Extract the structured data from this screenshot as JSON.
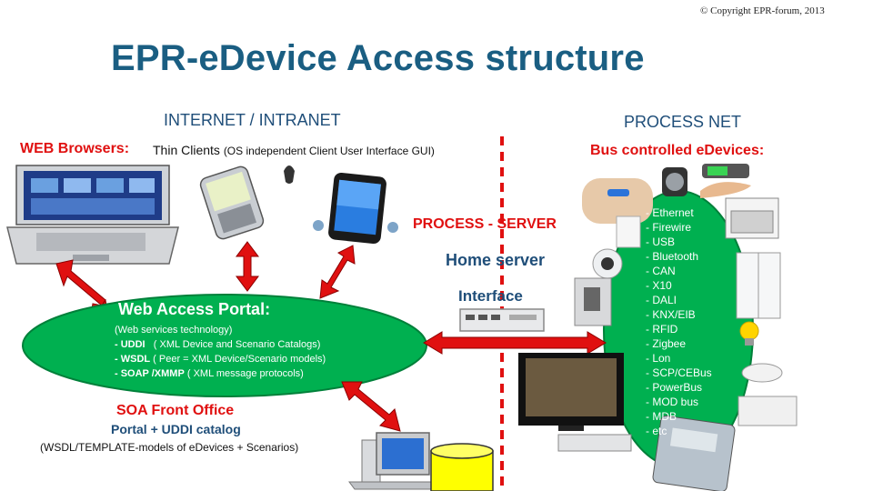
{
  "copyright": "© Copyright EPR-forum, 2013",
  "title": "EPR-eDevice Access structure",
  "internet_header": "INTERNET / INTRANET",
  "process_net_header": "PROCESS NET",
  "web_browsers_label": "WEB Browsers:",
  "thin_clients_label": "Thin Clients",
  "thin_clients_detail": "(OS independent Client User Interface GUI)",
  "bus_devices_label": "Bus controlled eDevices:",
  "process_server_label": "PROCESS - SERVER",
  "home_server_label": "Home server",
  "interface_label": "Interface",
  "portal": {
    "title": "Web Access Portal:",
    "subtitle": "(Web services technology)",
    "lines": [
      {
        "key": "- UDDI",
        "text": "( XML Device and Scenario Catalogs)"
      },
      {
        "key": "- WSDL",
        "text": "( Peer = XML Device/Scenario models)"
      },
      {
        "key": "- SOAP /XMMP",
        "text": "( XML message protocols)"
      }
    ]
  },
  "bus_list": [
    "- Ethernet",
    "- Firewire",
    "- USB",
    "- Bluetooth",
    "- CAN",
    "- X10",
    "- DALI",
    "- KNX/EIB",
    "- RFID",
    "- Zigbee",
    "- Lon",
    "- SCP/CEBus",
    "- PowerBus",
    "- MOD bus",
    "- MDB",
    "- etc"
  ],
  "soa_label": "SOA Front Office",
  "portal_uddi_label": "Portal + UDDI catalog",
  "wsdl_template_label": "(WSDL/TEMPLATE-models of eDevices + Scenarios)",
  "colors": {
    "title": "#1a5e82",
    "accent_red": "#e01010",
    "portal_green": "#00b050",
    "header_blue": "#1f4e79"
  }
}
